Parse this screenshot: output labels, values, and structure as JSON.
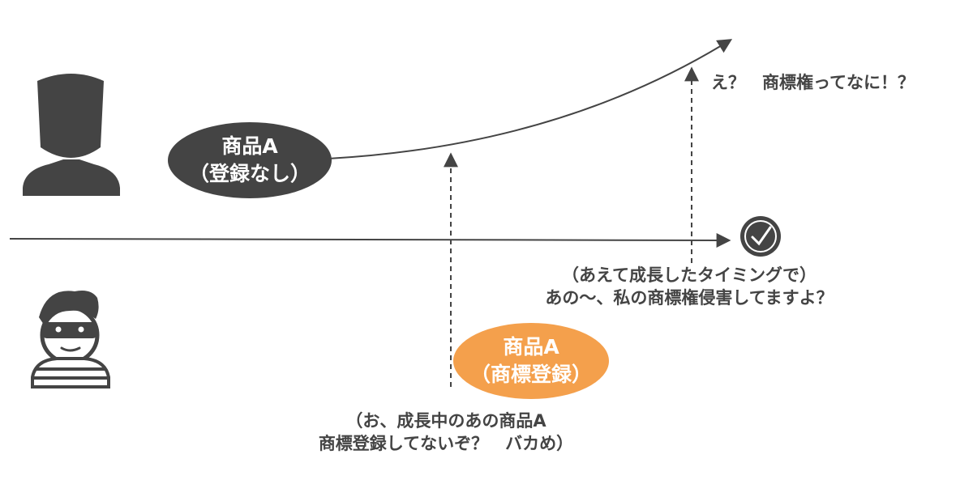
{
  "legit_product": {
    "line1": "商品A",
    "line2": "（登録なし）",
    "color": "#444444"
  },
  "squatter_product": {
    "line1": "商品A",
    "line2": "（商標登録）",
    "color": "#f4a04c"
  },
  "legit_reaction": "え？　商標権ってなに！？",
  "squatter_claim": {
    "line1": "（あえて成長したタイミングで）",
    "line2": "あの〜、私の商標権侵害してますよ？"
  },
  "squatter_thought": {
    "line1": "（お、成長中のあの商品A",
    "line2": "商標登録してないぞ？　バカめ）"
  },
  "icons": {
    "legit_owner": "person-silhouette-icon",
    "squatter": "masked-thief-icon",
    "time": "clock-icon"
  },
  "colors": {
    "ink": "#444444",
    "accent": "#f4a04c"
  }
}
